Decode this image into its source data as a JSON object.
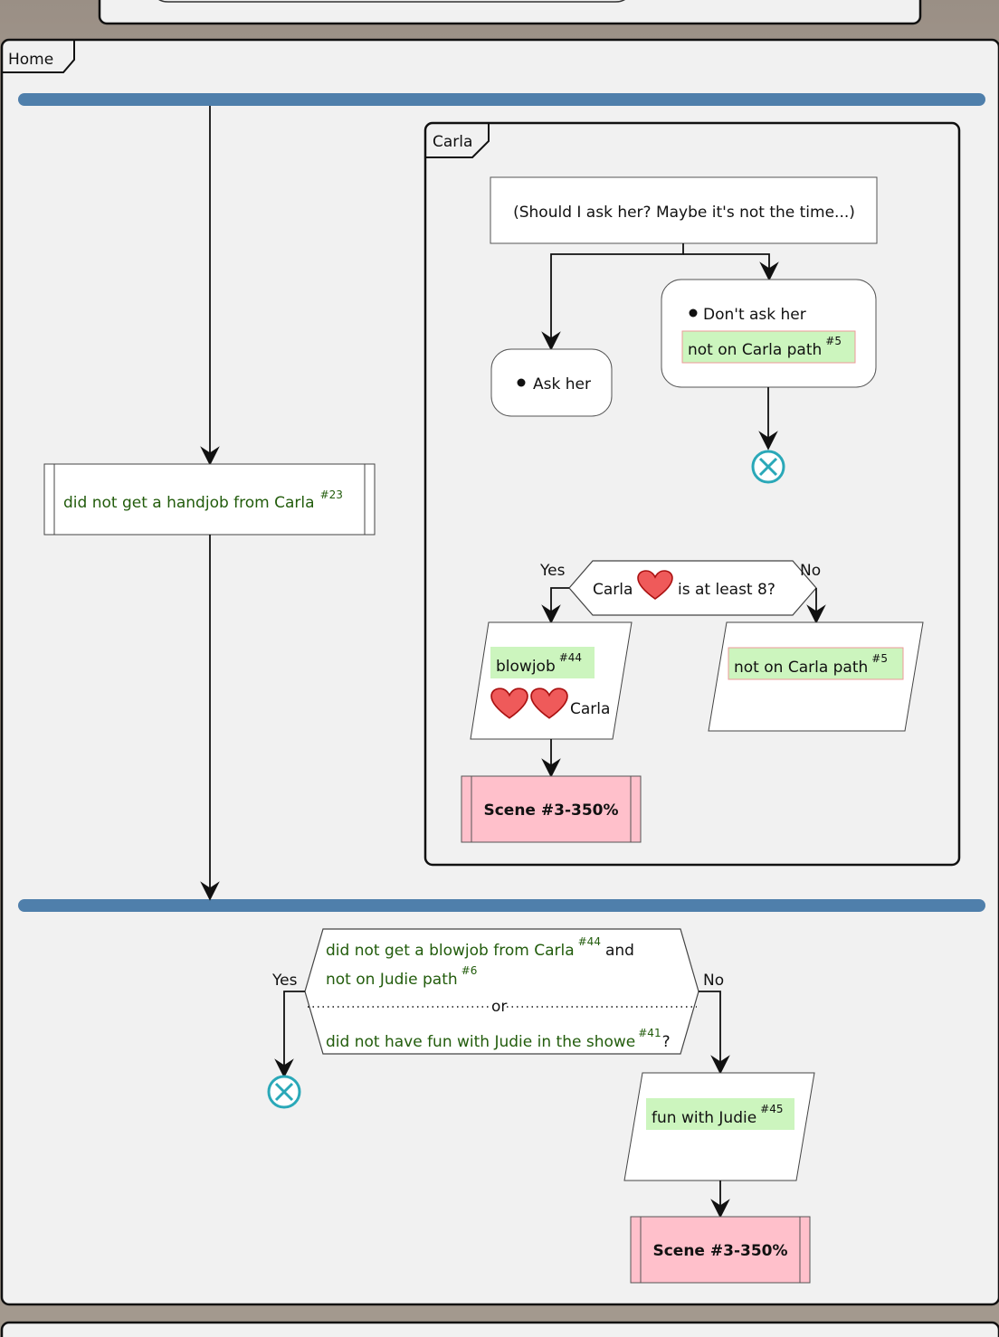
{
  "frames": {
    "home": "Home",
    "carla": "Carla"
  },
  "carla": {
    "prompt": "(Should I ask her? Maybe it's not the time...)",
    "choice_ask": "Ask her",
    "choice_dont": "Don't ask her",
    "dont_flag": "not on Carla path",
    "dont_flag_ref": "#5",
    "condition_prefix": "Carla",
    "condition_suffix": "is at least 8?",
    "yes": "Yes",
    "no": "No",
    "yes_flag": "blowjob",
    "yes_flag_ref": "#44",
    "yes_heart_label": "Carla",
    "no_flag": "not on Carla path",
    "no_flag_ref": "#5",
    "scene": "Scene #3-350%"
  },
  "handjob": {
    "text": "did not get a handjob from Carla",
    "ref": "#23"
  },
  "judie": {
    "cond_line1": "did not get a blowjob from Carla",
    "cond_line1_ref": "#44",
    "cond_and": "and",
    "cond_line2": "not on Judie path",
    "cond_line2_ref": "#6",
    "cond_or": "or",
    "cond_line3": "did not have fun with Judie in the showe",
    "cond_line3_ref": "#41",
    "cond_q": "?",
    "yes": "Yes",
    "no": "No",
    "flag": "fun with Judie",
    "flag_ref": "#45",
    "scene": "Scene #3-350%"
  },
  "colors": {
    "fork_bar": "#4f7fab",
    "flag_bg": "#ccf5be",
    "flag_text": "#225c0c",
    "scene_bg": "#ffc0cb",
    "heart": "#ef5a5a",
    "end_icon": "#2aa8b8"
  }
}
